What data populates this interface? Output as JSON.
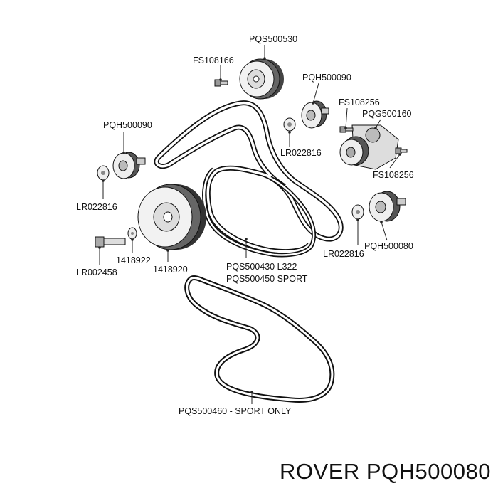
{
  "parts": {
    "pqs500530": "PQS500530",
    "fs108166": "FS108166",
    "pqh500090_a": "PQH500090",
    "fs108256_a": "FS108256",
    "pqg500160": "PQG500160",
    "pqh500090_b": "PQH500090",
    "lr022816_a": "LR022816",
    "fs108256_b": "FS108256",
    "lr022816_b": "LR022816",
    "lr022816_c": "LR022816",
    "pqh500080": "PQH500080",
    "p1418922": "1418922",
    "lr002458": "LR002458",
    "p1418920": "1418920",
    "pqs500430": "PQS500430 L322",
    "pqs500450": "PQS500450 SPORT",
    "pqs500460": "PQS500460 - SPORT ONLY"
  },
  "brand": {
    "text": "ROVER PQH500080"
  }
}
